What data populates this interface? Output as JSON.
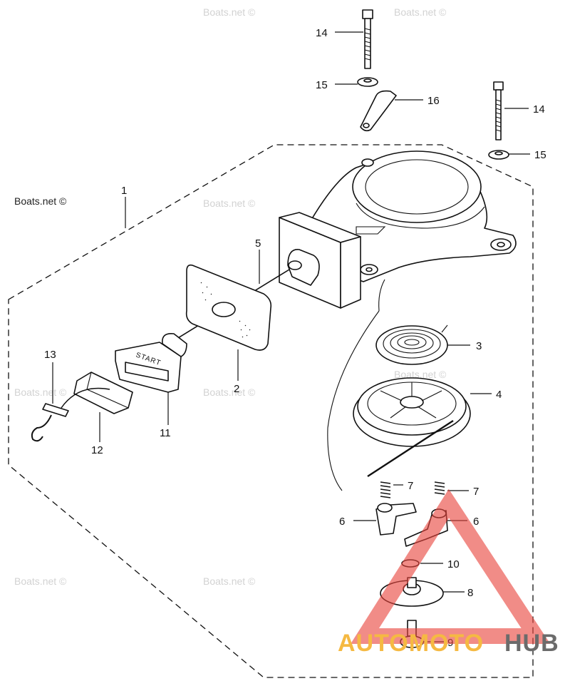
{
  "watermark": {
    "main": "Boats.net ©",
    "faint": "Boats.net ©"
  },
  "callouts": [
    {
      "id": "c1",
      "text": "1"
    },
    {
      "id": "c2",
      "text": "2"
    },
    {
      "id": "c3",
      "text": "3"
    },
    {
      "id": "c4",
      "text": "4"
    },
    {
      "id": "c5",
      "text": "5"
    },
    {
      "id": "c6a",
      "text": "6"
    },
    {
      "id": "c6b",
      "text": "6"
    },
    {
      "id": "c7a",
      "text": "7"
    },
    {
      "id": "c7b",
      "text": "7"
    },
    {
      "id": "c8",
      "text": "8"
    },
    {
      "id": "c9",
      "text": "9"
    },
    {
      "id": "c10",
      "text": "10"
    },
    {
      "id": "c11",
      "text": "11"
    },
    {
      "id": "c12",
      "text": "12"
    },
    {
      "id": "c13",
      "text": "13"
    },
    {
      "id": "c14a",
      "text": "14"
    },
    {
      "id": "c14b",
      "text": "14"
    },
    {
      "id": "c15a",
      "text": "15"
    },
    {
      "id": "c15b",
      "text": "15"
    },
    {
      "id": "c16",
      "text": "16"
    }
  ],
  "handle_text": "START",
  "logo": {
    "word_a": "AUTOMOTO",
    "word_b": "HUB",
    "accent": "#e8463e",
    "color_a": "#f5b942",
    "color_b": "#6b6b6b"
  }
}
